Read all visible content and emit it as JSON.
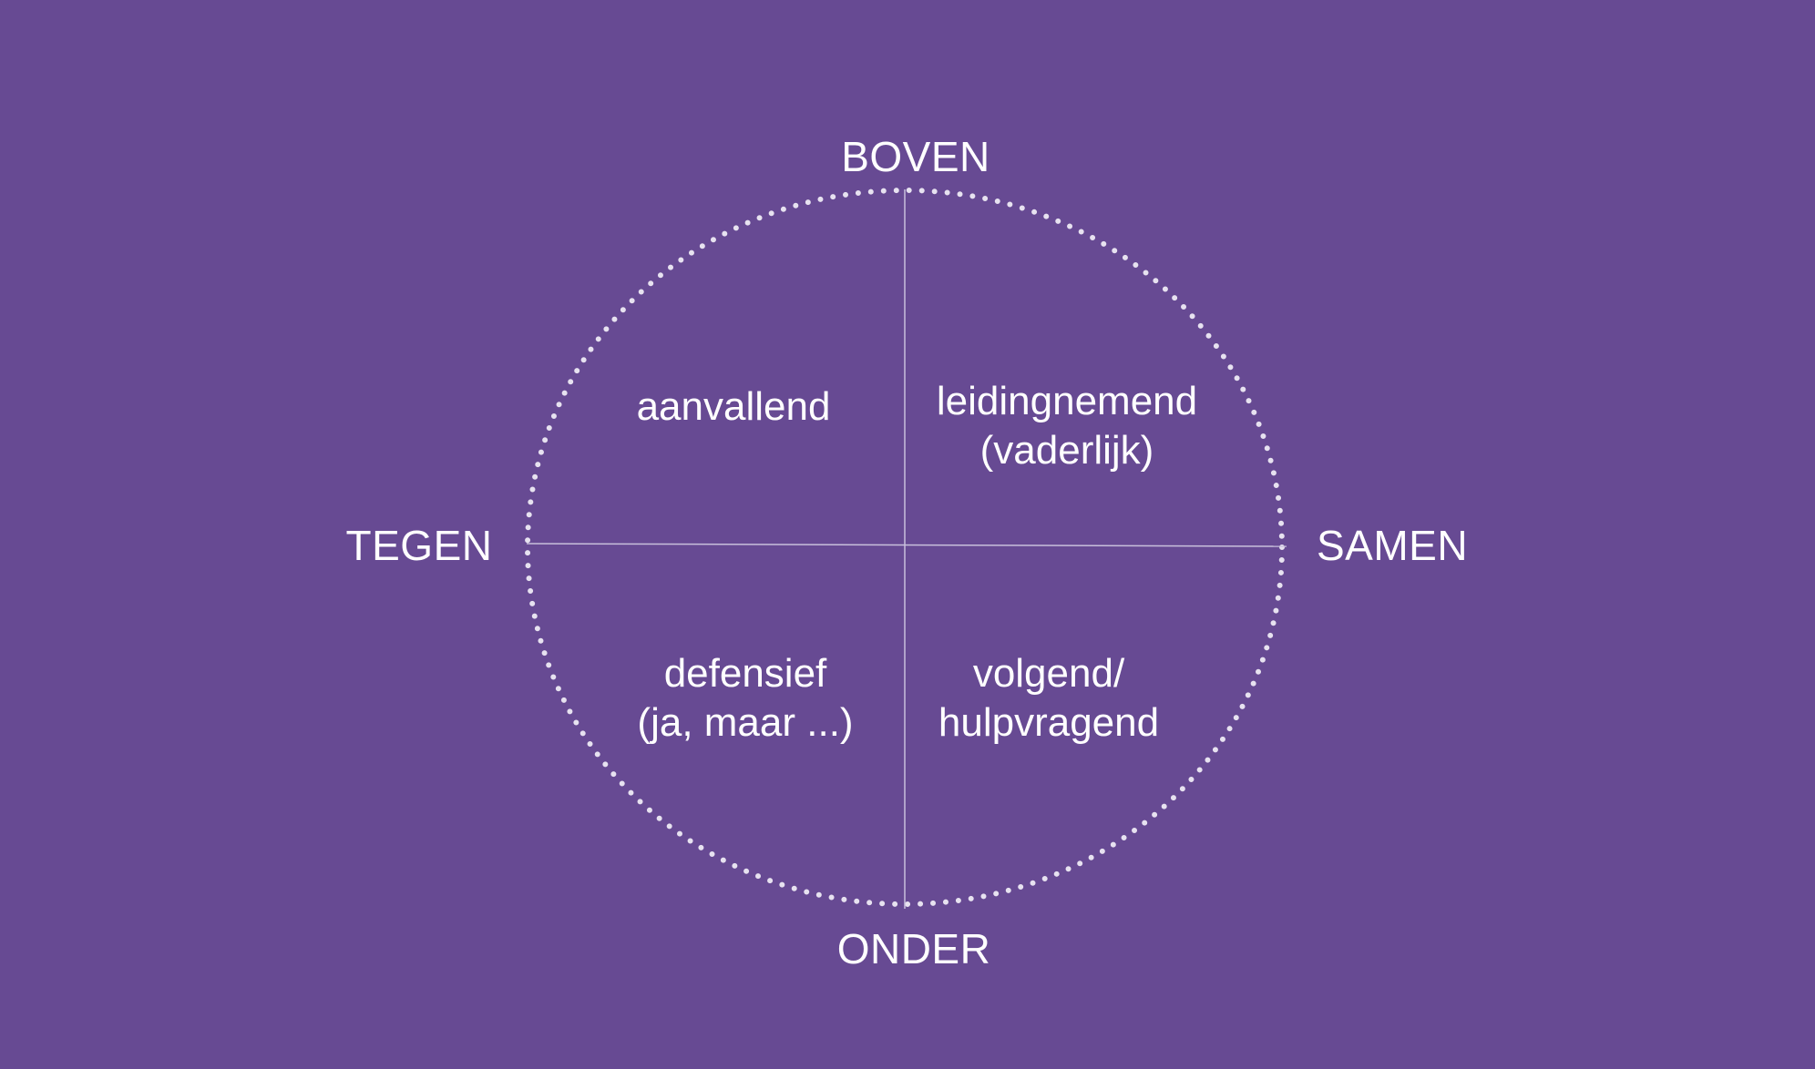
{
  "colors": {
    "background": "#674a93",
    "foreground": "#ffffff",
    "axis_line": "#c9c0dc",
    "circle_dots": "#e7e2f0"
  },
  "axes": {
    "top": "BOVEN",
    "bottom": "ONDER",
    "left": "TEGEN",
    "right": "SAMEN"
  },
  "quadrants": {
    "top_left": {
      "lines": [
        "aanvallend"
      ]
    },
    "top_right": {
      "lines": [
        "leidingnemend",
        "(vaderlijk)"
      ]
    },
    "bottom_left": {
      "lines": [
        "defensief",
        "(ja, maar ...)"
      ]
    },
    "bottom_right": {
      "lines": [
        "volgend/",
        "hulpvragend"
      ]
    }
  }
}
